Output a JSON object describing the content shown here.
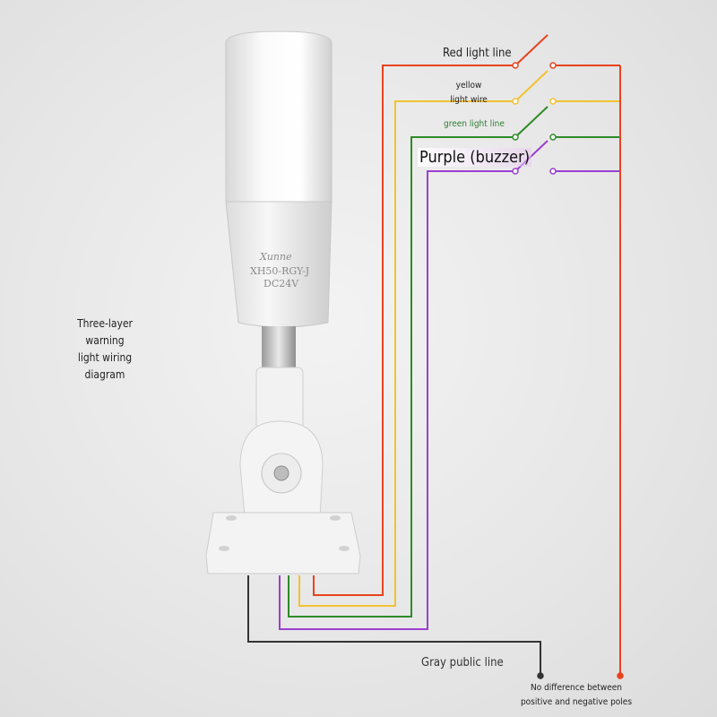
{
  "labels": {
    "red_line": "Red light line",
    "yellow_line": "yellow light wire",
    "green_line": "green light line",
    "purple_line": "Purple (buzzer)",
    "side_title": "Three-layer warning light wiring diagram",
    "gray_line": "Gray public line",
    "polarity_note": "No difference between positive and negative poles"
  },
  "device": {
    "brand": "Xunne",
    "model": "XH50-RGY-J",
    "voltage": "DC24V"
  },
  "colors": {
    "red": "#e8431f",
    "yellow": "#f2c230",
    "green": "#2e8b2a",
    "purple": "#9b3fd0",
    "gray": "#333333"
  }
}
